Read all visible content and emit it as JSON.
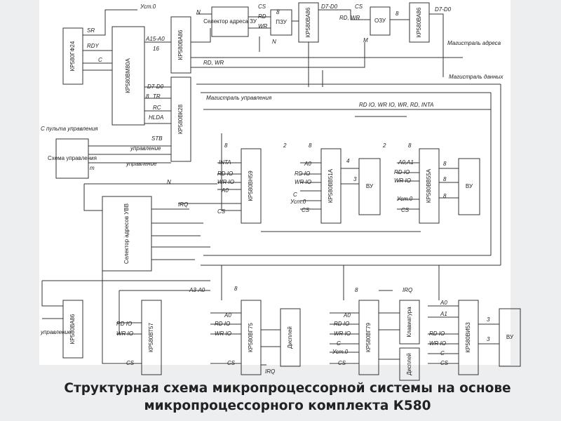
{
  "caption": {
    "line1": "Структурная схема микропроцессорной системы на основе",
    "line2": "микропроцессорного комплекта К580"
  },
  "blocks": [
    {
      "id": "clk",
      "label": "КР580ГФ24",
      "vertical": true
    },
    {
      "id": "cpu",
      "label": "КР580ВМ80А",
      "vertical": true
    },
    {
      "id": "buf1",
      "label": "КР580ВА86",
      "vertical": true
    },
    {
      "id": "sysc",
      "label": "КР580ВК28",
      "vertical": true
    },
    {
      "id": "sel_mem",
      "label": "Селектор адреса ЗУ",
      "vertical": false
    },
    {
      "id": "rom",
      "label": "ПЗУ",
      "vertical": false
    },
    {
      "id": "buf2",
      "label": "КР580ВА86",
      "vertical": true
    },
    {
      "id": "ram",
      "label": "ОЗУ",
      "vertical": false
    },
    {
      "id": "buf3",
      "label": "КР580ВА86",
      "vertical": true
    },
    {
      "id": "ctrl",
      "label": "Схема управления",
      "vertical": false
    },
    {
      "id": "pic",
      "label": "КР580ВН59",
      "vertical": true
    },
    {
      "id": "usart",
      "label": "КР580ВВ51А",
      "vertical": true
    },
    {
      "id": "vu1",
      "label": "ВУ",
      "vertical": false
    },
    {
      "id": "ppi",
      "label": "КР580ВВ55А",
      "vertical": true
    },
    {
      "id": "vu2",
      "label": "ВУ",
      "vertical": false
    },
    {
      "id": "sel_io",
      "label": "Селектор адресов УВВ",
      "vertical": true
    },
    {
      "id": "buf4",
      "label": "КР580ВА86",
      "vertical": true
    },
    {
      "id": "dma",
      "label": "КР580ВТ57",
      "vertical": true
    },
    {
      "id": "crt",
      "label": "КР580ВГ75",
      "vertical": true
    },
    {
      "id": "disp1",
      "label": "Дисплей",
      "vertical": true
    },
    {
      "id": "kbd",
      "label": "КР580ВГ79",
      "vertical": true
    },
    {
      "id": "keyb",
      "label": "Клавиатура",
      "vertical": true
    },
    {
      "id": "disp2",
      "label": "Дисплей",
      "vertical": true
    },
    {
      "id": "pit",
      "label": "КР580ВИ53",
      "vertical": true
    },
    {
      "id": "vu3",
      "label": "ВУ",
      "vertical": false
    }
  ],
  "signals": {
    "ust0": "Уст.0",
    "sr": "SR",
    "rdy": "RDY",
    "c": "C",
    "a15a0": "А15-А0",
    "n16": "16",
    "d7d0": "D7-D0",
    "n8": "8",
    "tr": "TR",
    "rc": "RC",
    "hlda": "HLDA",
    "stb": "STB",
    "upr": "управление",
    "rd_wr": "RD, WR",
    "n": "N",
    "m": "m",
    "M": "M",
    "cs": "CS",
    "rd": "RD",
    "wr": "WR",
    "rdwr2": "RD, WR",
    "bus_addr": "Магистраль адреса",
    "bus_data": "Магистраль данных",
    "bus_ctrl": "Магистраль управления",
    "ctl_sig": "RD IO, WR IO, WR, RD, INTA",
    "from_panel": "С пульта управления",
    "inta": "INTA",
    "rd_io": "RD IO",
    "wr_io": "WR IO",
    "a0": "А0",
    "a1": "А1",
    "a0a1": "А0,А1",
    "irq": "IRQ",
    "n2": "2",
    "n3": "3",
    "n4": "4",
    "a3a0": "А3-А0"
  }
}
